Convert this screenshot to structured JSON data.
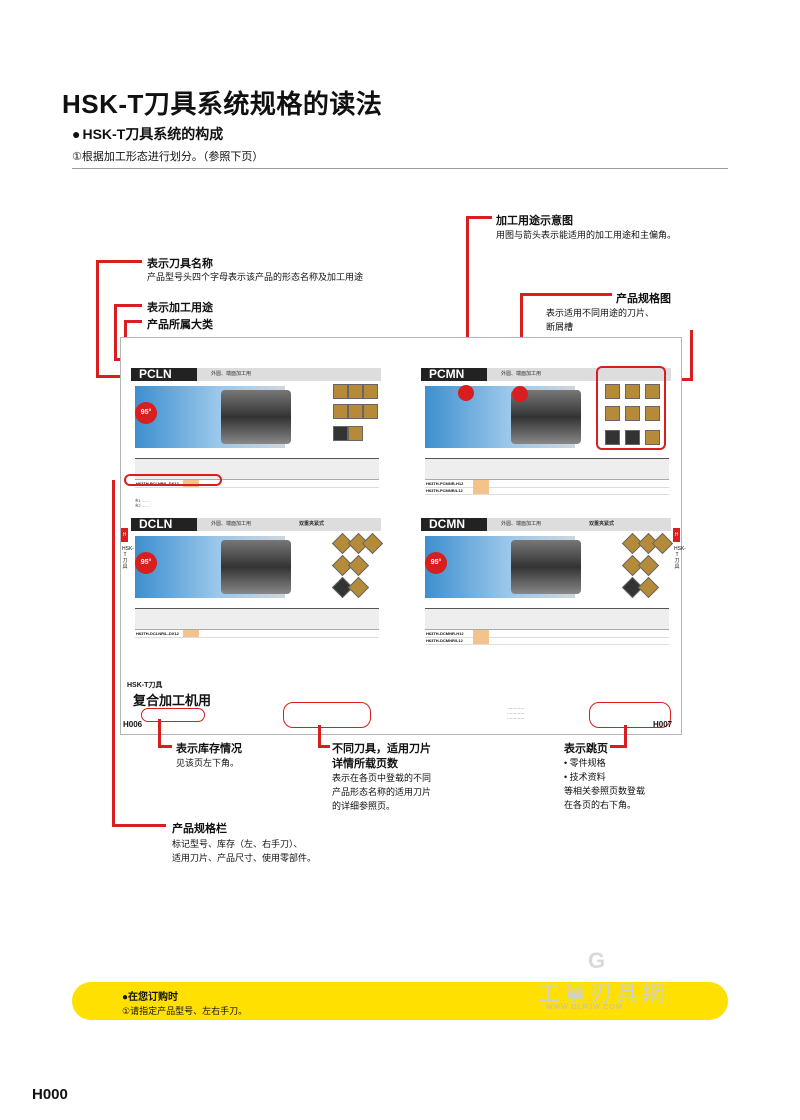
{
  "header": {
    "title": "HSK-T刀具系统规格的读法",
    "subtitle": "HSK-T刀具系统的构成",
    "note": "①根据加工形态进行划分。（参照下页）"
  },
  "callouts": {
    "tool_name": {
      "title": "表示刀具名称",
      "desc": "产品型号头四个字母表示该产品的形态名称及加工用途"
    },
    "machining_use": {
      "title": "表示加工用途"
    },
    "category": {
      "title": "产品所属大类"
    },
    "machining_diagram": {
      "title": "加工用途示意图",
      "desc": "用图与箭头表示能适用的加工用途和主偏角。"
    },
    "spec_diagram": {
      "title": "产品规格图",
      "desc1": "表示适用不同用途的刀片、",
      "desc2": "断屑槽"
    },
    "stock": {
      "title": "表示库存情况",
      "desc": "见该页左下角。"
    },
    "insert_pages": {
      "title1": "不同刀具，适用刀片",
      "title2": "详情所载页数",
      "desc1": "表示在各页中登载的不同",
      "desc2": "产品形态名称的适用刀片",
      "desc3": "的详细参照页。"
    },
    "jump": {
      "title": "表示跳页",
      "b1": "• 零件规格",
      "b2": "• 技术资料",
      "b3": "等相关参照页数登载",
      "b4": "在各页的右下角。"
    },
    "spec_column": {
      "title": "产品规格栏",
      "desc1": "标记型号、库存（左、右手刀）、",
      "desc2": "适用刀片、产品尺寸、使用零部件。"
    }
  },
  "catalog": {
    "category_label": "HSK-T刀具",
    "section_label": "复合加工机用",
    "sections": [
      {
        "name": "PCLN",
        "caption": "外圆、端面加工用",
        "angle": "95°",
        "row1": "H63TH-PCLNR/L-DX12",
        "row2": ""
      },
      {
        "name": "PCMN",
        "caption": "外圆、端面加工用",
        "angle": "",
        "row1": "H63TH-PCMNR-H12",
        "row2": "H63TH-PCMNR/L12"
      },
      {
        "name": "DCLN",
        "caption": "外圆、端面加工用",
        "clamp": "双重夹紧式",
        "angle": "95°",
        "row1": "H63TH-DCLNR/L-DX12",
        "row2": ""
      },
      {
        "name": "DCMN",
        "caption": "外圆、端面加工用",
        "clamp": "双重夹紧式",
        "angle": "95°",
        "row1": "H63TH-DCMNR-H12",
        "row2": "H63TH-DCMNR/L12"
      }
    ],
    "side_tab": "H",
    "side_text": "HSK-T刀具",
    "left_page": "H006",
    "right_page": "H007"
  },
  "order_bar": {
    "title": "●在您订购时",
    "note": "①请指定产品型号、左右手刀。"
  },
  "watermark": {
    "logo": "G",
    "text": "工量刃具網",
    "url": "WWW.GLRJW.COM"
  },
  "page_number": "H000",
  "colors": {
    "accent": "#d81e1e",
    "order_bar": "#ffe000",
    "insert_orange": "#f2c48c"
  }
}
